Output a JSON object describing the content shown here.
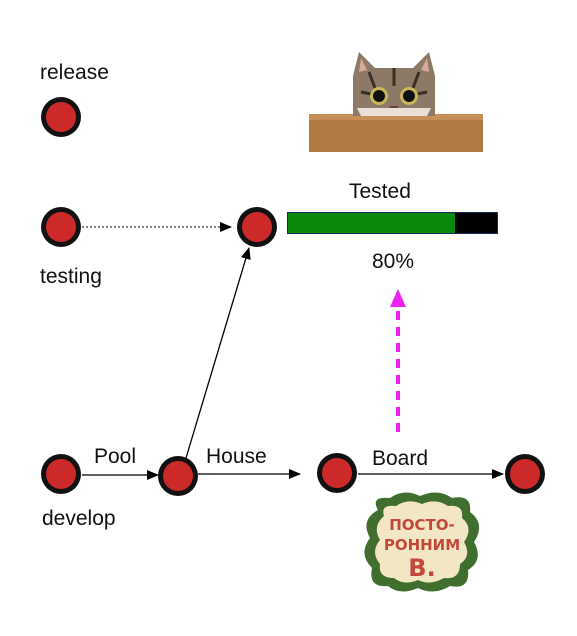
{
  "branches": {
    "release": "release",
    "testing": "testing",
    "develop": "develop"
  },
  "edges": {
    "pool": "Pool",
    "house": "House",
    "board": "Board"
  },
  "status": {
    "title": "Tested",
    "progress_fraction": 0.8,
    "progress_text": "80%"
  },
  "stamp": {
    "lines": [
      "ПОСТО-",
      "РОННИМ",
      "В."
    ]
  },
  "colors": {
    "node_fill": "#cc2a2a",
    "node_ring": "#111111",
    "progress_fill": "#0a8a0a",
    "progress_track": "#000000",
    "highlight_arrow": "#ee22ee"
  },
  "images": {
    "cat": "cat-peeking-over-table",
    "stamp": "stamp-badge"
  }
}
